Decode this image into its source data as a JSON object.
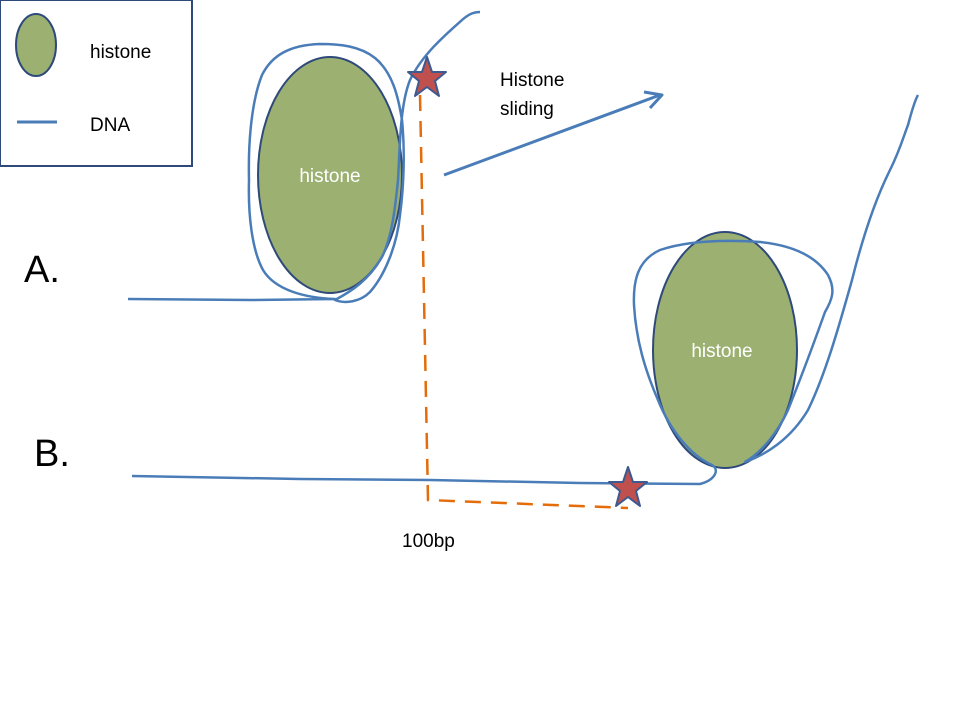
{
  "legend": {
    "histone_label": "histone",
    "dna_label": "DNA"
  },
  "panels": {
    "a_label": "A.",
    "b_label": "B."
  },
  "histones": {
    "a_label": "histone",
    "b_label": "histone"
  },
  "annotations": {
    "sliding_line1": "Histone",
    "sliding_line2": "sliding",
    "distance": "100bp"
  },
  "colors": {
    "histone_fill": "#9BB071",
    "histone_stroke": "#2E4A7A",
    "dna": "#4A7DB8",
    "marker_fill": "#C0504D",
    "marker_stroke": "#3C5A90",
    "distance_line": "#E46C0A",
    "text": "#000000",
    "histone_text": "#ffffff"
  },
  "icons": {
    "marker": "star-icon"
  }
}
